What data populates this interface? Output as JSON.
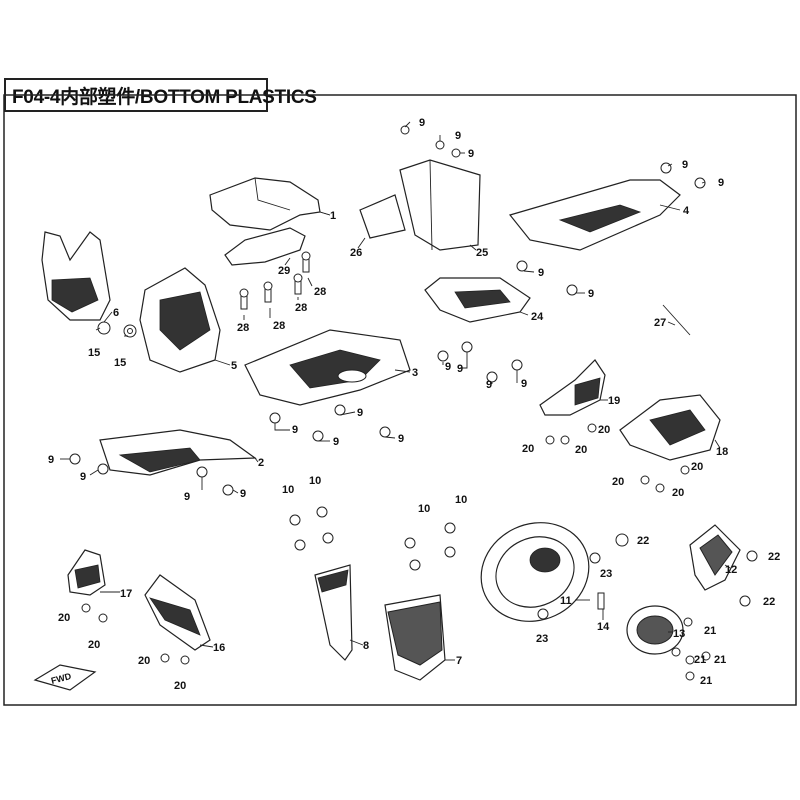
{
  "header": {
    "title": "F04-4内部塑件/BOTTOM PLASTICS"
  },
  "fwd_label": "FWD",
  "callouts": {
    "c1": "1",
    "c2": "2",
    "c3": "3",
    "c4": "4",
    "c5": "5",
    "c6": "6",
    "c7": "7",
    "c8": "8",
    "c9": "9",
    "c10": "10",
    "c11": "11",
    "c12": "12",
    "c13": "13",
    "c14": "14",
    "c15": "15",
    "c16": "16",
    "c17": "17",
    "c18": "18",
    "c19": "19",
    "c20": "20",
    "c21": "21",
    "c22": "22",
    "c23": "23",
    "c24": "24",
    "c25": "25",
    "c26": "26",
    "c27": "27",
    "c28": "28",
    "c29": "29"
  }
}
